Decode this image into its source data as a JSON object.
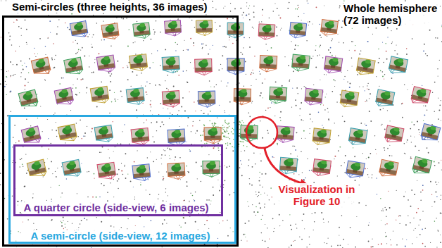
{
  "diagram": {
    "nodes": [
      {
        "text": [
          "Semi-circles (three heights, 36 images)"
        ]
      },
      {
        "text": [
          "A semi-circle (side-view, 12 images)"
        ],
        "in": 0
      },
      {
        "text": [
          "A quarter circle (side-view, 6 images)"
        ],
        "in": 1
      }
    ],
    "labels": [
      "Whole hemisphere (72 images)",
      "Visualization in Figure 10"
    ]
  }
}
